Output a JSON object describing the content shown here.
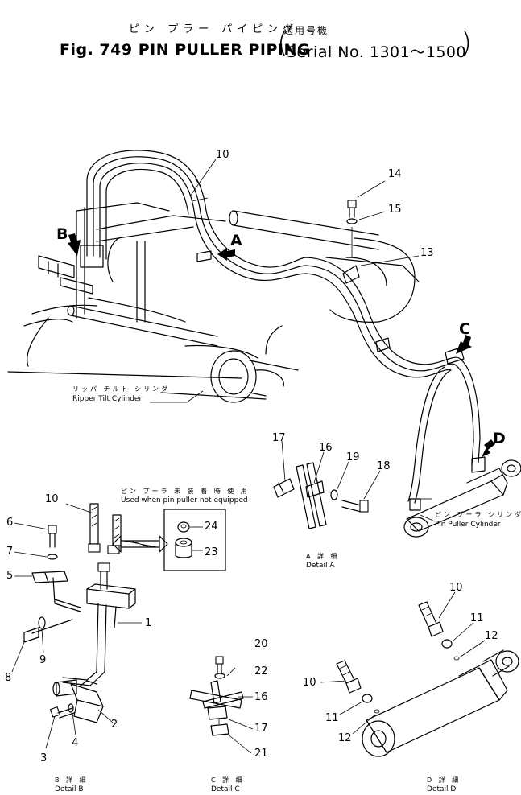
{
  "header": {
    "title_jp": "ピン プラー パイピング",
    "serial_jp": "適用号機",
    "title": "Fig. 749 PIN PULLER PIPING",
    "serial": "Serial No. 1301～1500"
  },
  "callouts": {
    "c10a": "10",
    "c14": "14",
    "c15": "15",
    "c13": "13",
    "A": "A",
    "B": "B",
    "C": "C",
    "D": "D",
    "c17a": "17",
    "c16a": "16",
    "c19": "19",
    "c18": "18",
    "c10b": "10",
    "c6": "6",
    "c7": "7",
    "c5": "5",
    "c24": "24",
    "c23": "23",
    "c1": "1",
    "c8": "8",
    "c9": "9",
    "c2": "2",
    "c3": "3",
    "c4": "4",
    "c20": "20",
    "c22": "22",
    "c16b": "16",
    "c17b": "17",
    "c21": "21",
    "c10c": "10",
    "c11a": "11",
    "c12a": "12",
    "c10d": "10",
    "c11b": "11",
    "c12b": "12"
  },
  "labels": {
    "ripper_jp": "リッパ チルト シリンダ",
    "ripper_en": "Ripper Tilt Cylinder",
    "pin_cyl_jp": "ピン プーラ シリンダ",
    "pin_cyl_en": "Pin Puller Cylinder",
    "not_equipped_jp": "ピン プーラ 未 装 着 時 使 用",
    "not_equipped_en": "Used when pin puller not equipped",
    "detail_a_jp": "A 詳 細",
    "detail_a_en": "Detail A",
    "detail_b_jp": "B 詳 細",
    "detail_b_en": "Detail B",
    "detail_c_jp": "C 詳 細",
    "detail_c_en": "Detail C",
    "detail_d_jp": "D 詳 細",
    "detail_d_en": "Detail D"
  }
}
